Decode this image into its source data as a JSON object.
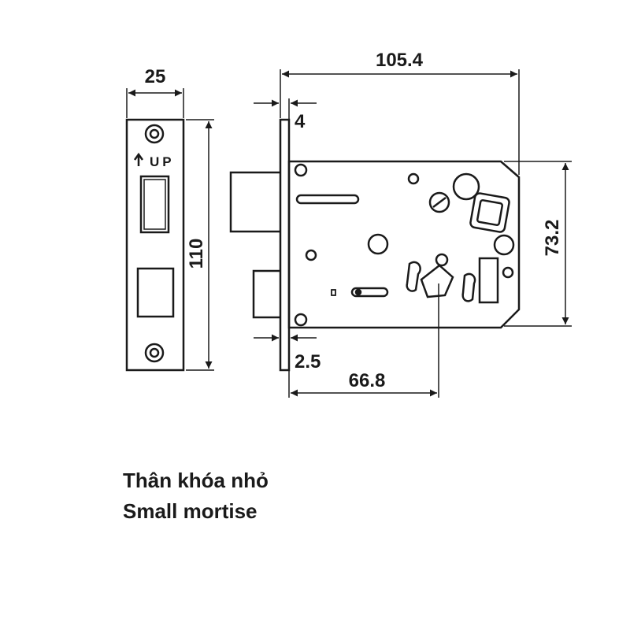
{
  "dimensions": {
    "faceplate_width": "25",
    "faceplate_height": "110",
    "overall_length": "105.4",
    "faceplate_thickness": "4",
    "strike_offset": "2.5",
    "backset": "66.8",
    "body_height": "73.2"
  },
  "faceplate": {
    "up_marking": "UP"
  },
  "caption": {
    "line1": "Thân khóa nhỏ",
    "line2": "Small mortise"
  },
  "colors": {
    "line": "#1a1a1a",
    "background": "#ffffff"
  }
}
